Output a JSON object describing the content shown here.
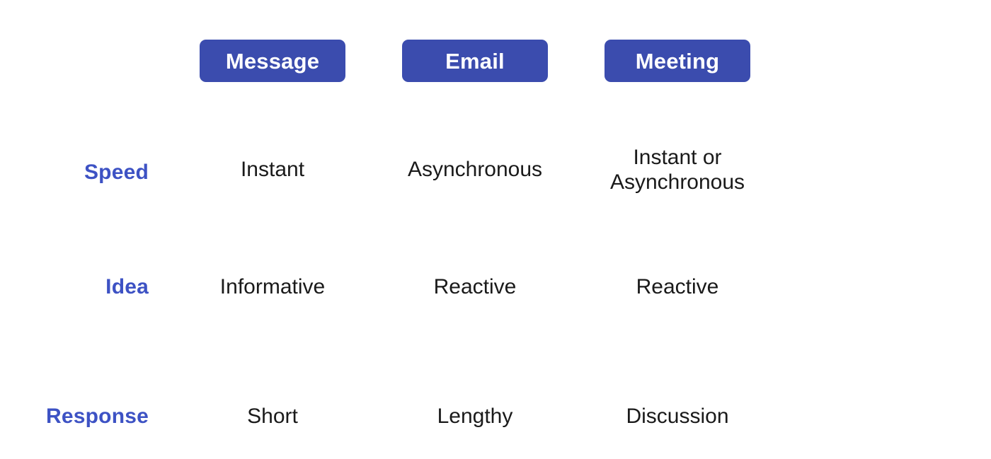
{
  "table": {
    "columns": [
      {
        "id": "message",
        "label": "Message"
      },
      {
        "id": "email",
        "label": "Email"
      },
      {
        "id": "meeting",
        "label": "Meeting"
      }
    ],
    "rows": [
      {
        "id": "speed",
        "label": "Speed",
        "cells": [
          "Instant",
          "Asynchronous",
          "Instant or\nAsynchronous"
        ]
      },
      {
        "id": "idea",
        "label": "Idea",
        "cells": [
          "Informative",
          "Reactive",
          "Reactive"
        ]
      },
      {
        "id": "response",
        "label": "Response",
        "cells": [
          "Short",
          "Lengthy",
          "Discussion"
        ]
      }
    ]
  },
  "colors": {
    "header_pill_background": "#3B4CAE",
    "header_pill_text": "#FFFFFF",
    "row_label_text": "#3D52C4",
    "cell_text": "#1A1A1A",
    "page_background": "#FFFFFF"
  }
}
